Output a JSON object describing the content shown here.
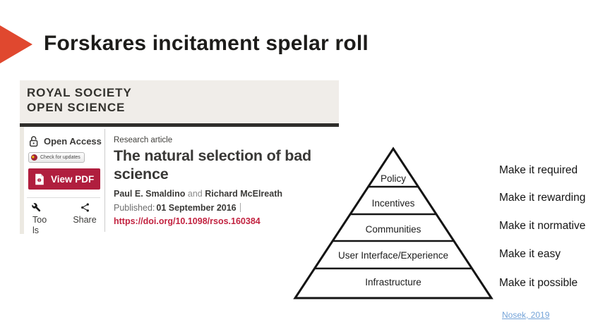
{
  "slide": {
    "title": "Forskares incitament spelar roll"
  },
  "article": {
    "publisher": {
      "line1": "ROYAL SOCIETY",
      "line2": "OPEN SCIENCE"
    },
    "sidebar": {
      "open_access": "Open Access",
      "check_updates": "Check for updates",
      "view_pdf": "View PDF",
      "tools_line1": "Too",
      "tools_line2": "ls",
      "share": "Share"
    },
    "kicker": "Research article",
    "title": "The natural selection of bad science",
    "author1": "Paul E. Smaldino",
    "authors_conj": "and",
    "author2": "Richard McElreath",
    "published_label": "Published:",
    "published_date": "01 September 2016",
    "doi": "https://doi.org/10.1098/rsos.160384"
  },
  "pyramid": {
    "levels": [
      {
        "label": "Policy"
      },
      {
        "label": "Incentives"
      },
      {
        "label": "Communities"
      },
      {
        "label": "User Interface/Experience"
      },
      {
        "label": "Infrastructure"
      }
    ]
  },
  "goals": [
    {
      "label": "Make it required"
    },
    {
      "label": "Make it rewarding"
    },
    {
      "label": "Make it normative"
    },
    {
      "label": "Make it easy"
    },
    {
      "label": "Make it possible"
    }
  ],
  "citation": {
    "label": "Nosek, 2019"
  },
  "colors": {
    "accent_arrow": "#e0482f",
    "view_pdf_red": "#b01e3e",
    "doi_red": "#c22340",
    "link_blue": "#74a3d8",
    "journal_header_beige": "#f0ede9",
    "journal_bar_dark": "#2f2e2b"
  }
}
